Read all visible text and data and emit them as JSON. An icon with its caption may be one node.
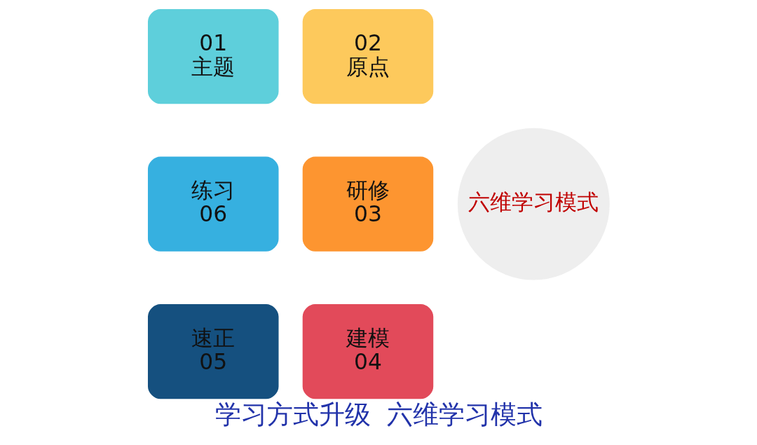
{
  "diagram": {
    "caption": "学习方式升级  六维学习模式",
    "nodes": [
      {
        "text": [
          "01",
          "主题"
        ]
      },
      {
        "text": [
          "02",
          "原点"
        ]
      },
      {
        "text": [
          "研修",
          "03"
        ]
      },
      {
        "text": [
          "建模",
          "04"
        ]
      },
      {
        "text": [
          "速正",
          "05"
        ]
      },
      {
        "text": [
          "练习",
          "06"
        ]
      },
      {
        "text": [
          "六维学习模式"
        ]
      }
    ],
    "edges": []
  }
}
